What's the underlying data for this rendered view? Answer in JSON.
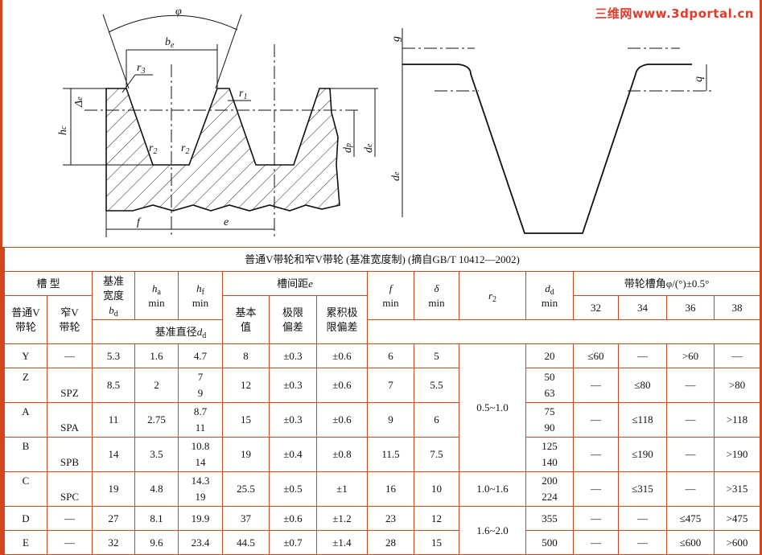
{
  "drawing": {
    "labels": {
      "phi": "φ",
      "be": "b",
      "be_sub": "e",
      "r3": "r",
      "r3_sub": "3",
      "r1": "r",
      "r1_sub": "1",
      "r2": "r",
      "r2_sub": "2",
      "delta": "Δ",
      "delta_sub": "e",
      "hc": "h",
      "hc_sub": "c",
      "dp": "d",
      "dp_sub": "p",
      "de": "d",
      "de_sub": "e",
      "f": "f",
      "e": "e",
      "g": "g",
      "q": "q",
      "de2": "d",
      "de2_sub": "e"
    }
  },
  "table": {
    "title": "普通V带轮和窄V带轮 (基准宽度制) (摘自GB/T 10412—2002)",
    "headers": {
      "groove_type": "槽  型",
      "ordinary": "普通V\n带轮",
      "narrow": "窄V\n带轮",
      "bd": "基准\n宽度",
      "bd_sym": "b",
      "bd_sub": "d",
      "ha": "h",
      "ha_sub": "a",
      "ha_min": "min",
      "hf": "h",
      "hf_sub": "f",
      "hf_min": "min",
      "pitch": "槽间距",
      "pitch_sym": "e",
      "basic": "基本\n值",
      "limit": "极限\n偏差",
      "cum": "累积极\n限偏差",
      "f": "f",
      "f_min": "min",
      "delta": "δ",
      "delta_min": "min",
      "r2": "r",
      "r2_sub": "2",
      "dd": "d",
      "dd_sub": "d",
      "dd_min": "min",
      "angle": "带轮槽角φ/(°)±0.5°",
      "angles": [
        "32",
        "34",
        "36",
        "38"
      ],
      "ref_dia": "基准直径",
      "ref_dia_sym": "d",
      "ref_dia_sub": "d"
    },
    "rows": [
      {
        "ord": "Y",
        "nar": "—",
        "bd": "5.3",
        "ha": "1.6",
        "hf": "4.7",
        "e": "8",
        "lim": "±0.3",
        "cum": "±0.6",
        "f": "6",
        "delta": "5",
        "dd": "20",
        "a32": "≤60",
        "a34": "—",
        "a36": ">60",
        "a38": "—"
      },
      {
        "ord": "Z",
        "nar": "SPZ",
        "bd": "8.5",
        "ha": "2",
        "hf": "7\n9",
        "e": "12",
        "lim": "±0.3",
        "cum": "±0.6",
        "f": "7",
        "delta": "5.5",
        "dd": "50\n63",
        "a32": "—",
        "a34": "≤80",
        "a36": "—",
        "a38": ">80"
      },
      {
        "ord": "A",
        "nar": "SPA",
        "bd": "11",
        "ha": "2.75",
        "hf": "8.7\n11",
        "e": "15",
        "lim": "±0.3",
        "cum": "±0.6",
        "f": "9",
        "delta": "6",
        "dd": "75\n90",
        "a32": "—",
        "a34": "≤118",
        "a36": "—",
        "a38": ">118"
      },
      {
        "ord": "B",
        "nar": "SPB",
        "bd": "14",
        "ha": "3.5",
        "hf": "10.8\n14",
        "e": "19",
        "lim": "±0.4",
        "cum": "±0.8",
        "f": "11.5",
        "delta": "7.5",
        "dd": "125\n140",
        "a32": "—",
        "a34": "≤190",
        "a36": "—",
        "a38": ">190"
      },
      {
        "ord": "C",
        "nar": "SPC",
        "bd": "19",
        "ha": "4.8",
        "hf": "14.3\n19",
        "e": "25.5",
        "lim": "±0.5",
        "cum": "±1",
        "f": "16",
        "delta": "10",
        "dd": "200\n224",
        "a32": "—",
        "a34": "≤315",
        "a36": "—",
        "a38": ">315"
      },
      {
        "ord": "D",
        "nar": "—",
        "bd": "27",
        "ha": "8.1",
        "hf": "19.9",
        "e": "37",
        "lim": "±0.6",
        "cum": "±1.2",
        "f": "23",
        "delta": "12",
        "dd": "355",
        "a32": "—",
        "a34": "—",
        "a36": "≤475",
        "a38": ">475"
      },
      {
        "ord": "E",
        "nar": "—",
        "bd": "32",
        "ha": "9.6",
        "hf": "23.4",
        "e": "44.5",
        "lim": "±0.7",
        "cum": "±1.4",
        "f": "28",
        "delta": "15",
        "dd": "500",
        "a32": "—",
        "a34": "—",
        "a36": "≤600",
        "a38": ">600"
      }
    ],
    "r2_groups": [
      {
        "value": "0.5~1.0",
        "span": 4
      },
      {
        "value": "1.0~1.6",
        "span": 1
      },
      {
        "value": "1.6~2.0",
        "span": 2
      }
    ]
  },
  "watermark": "三维网www.3dportal.cn",
  "colors": {
    "border": "#d4471c",
    "watermark": "#e23b2a"
  }
}
